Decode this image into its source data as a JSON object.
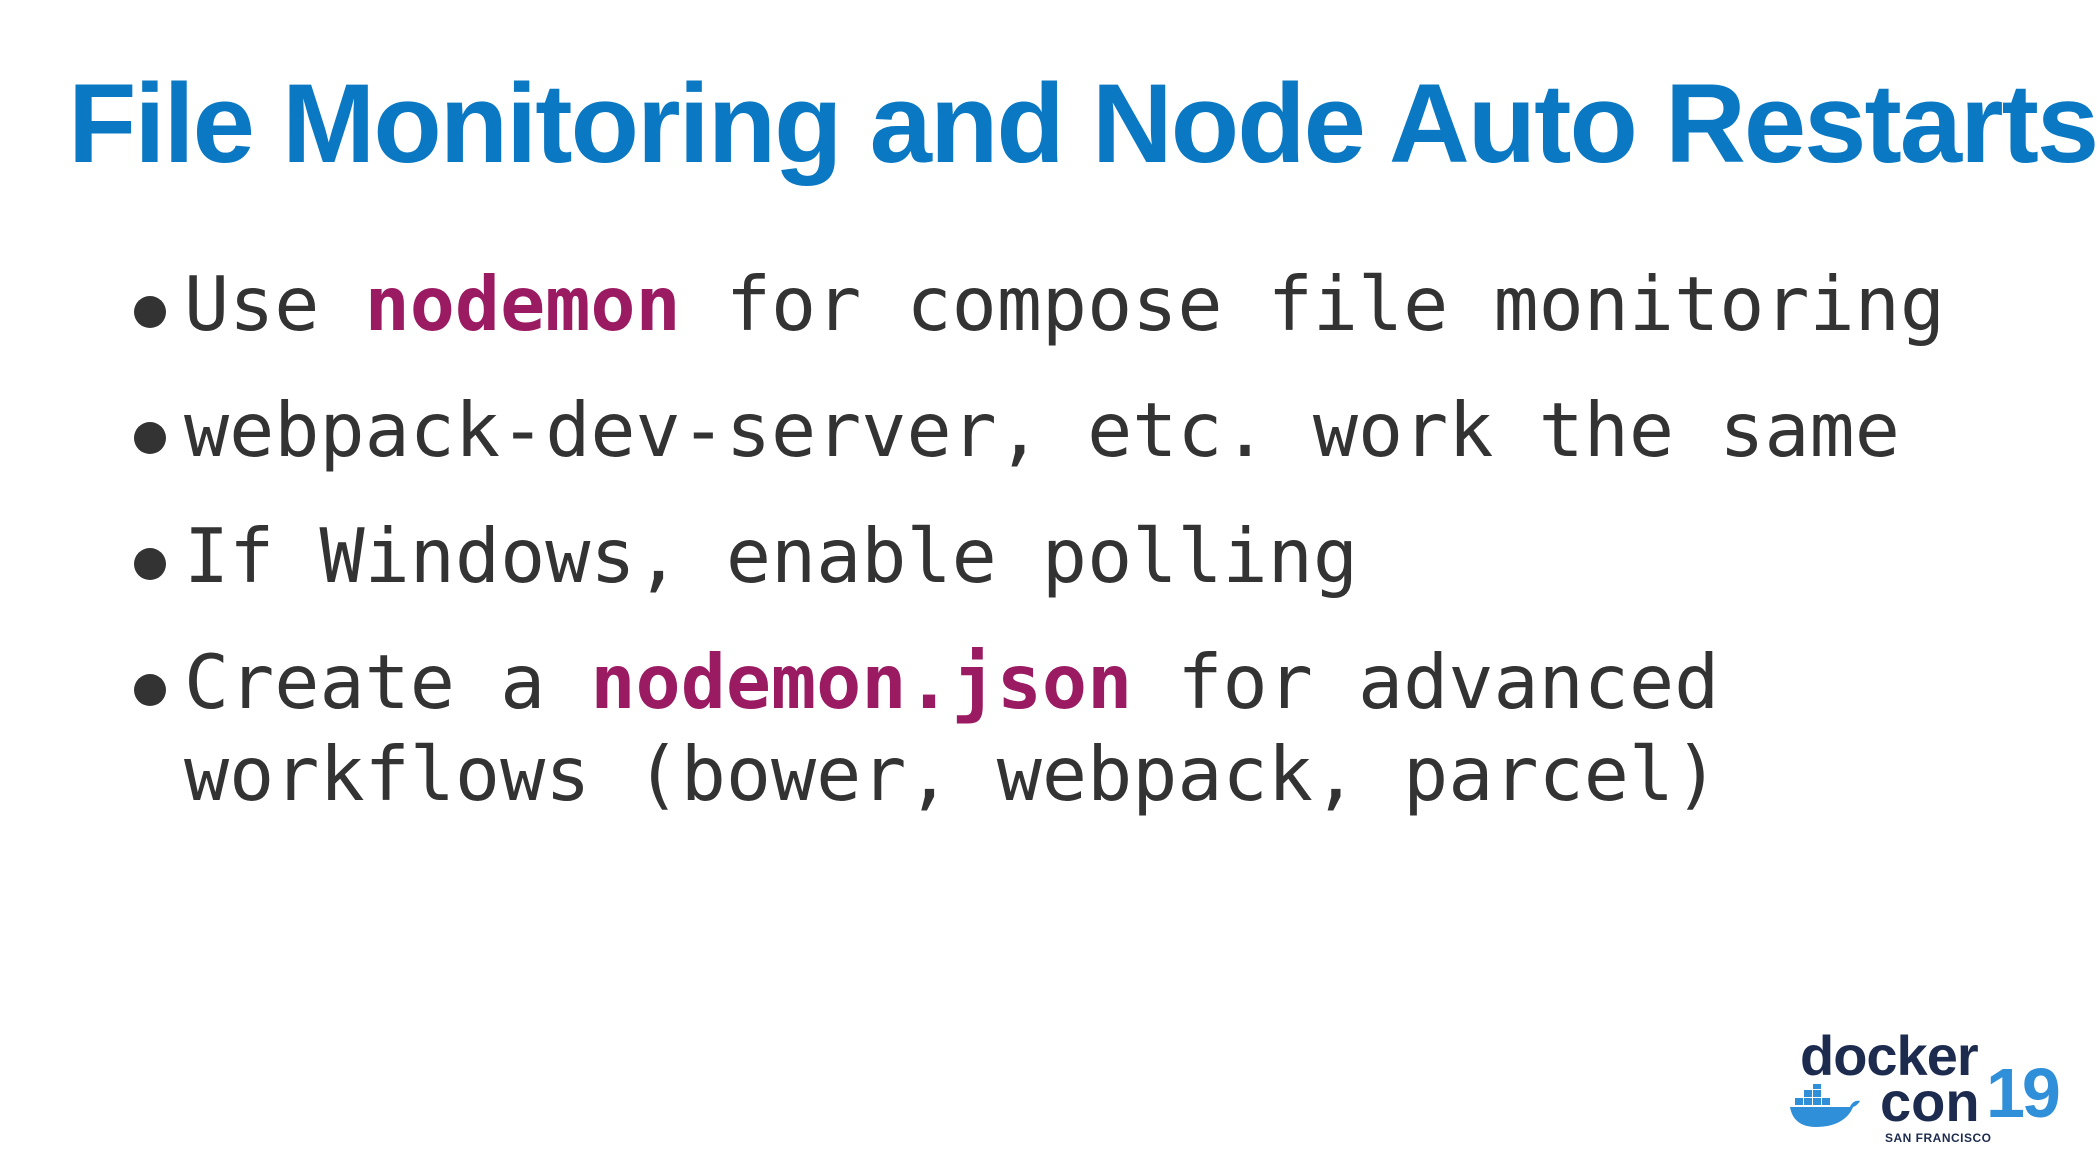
{
  "slide": {
    "title": "File Monitoring and Node Auto Restarts",
    "colors": {
      "title": "#0a78c2",
      "text": "#333333",
      "highlight": "#9b1b62"
    },
    "bullets": [
      {
        "before": "Use ",
        "highlight": "nodemon",
        "after": " for compose file monitoring"
      },
      {
        "text": "webpack-dev-server, etc. work the same"
      },
      {
        "text": "If Windows, enable polling"
      },
      {
        "before": "Create a ",
        "highlight": "nodemon.json",
        "after": " for advanced",
        "line2": "workflows (bower, webpack, parcel)"
      }
    ]
  },
  "logo": {
    "word1": "docker",
    "word2": "con",
    "year": "19",
    "city": "SAN FRANCISCO",
    "icon": "docker-whale-icon"
  }
}
